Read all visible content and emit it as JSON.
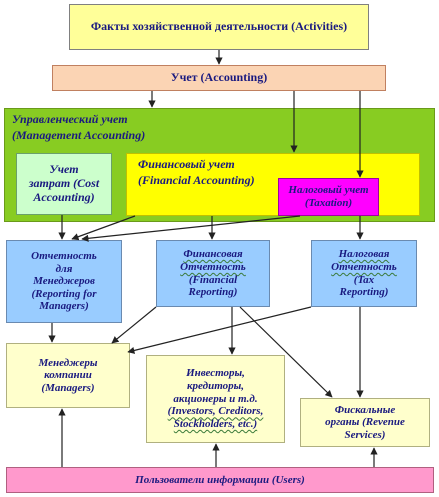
{
  "activities": "Факты хозяйственной деятельности (Activities)",
  "accounting": "Учет (Accounting)",
  "management_accounting": [
    "Управленческий учет",
    "(Management Accounting)"
  ],
  "cost_accounting": [
    "Учет",
    "затрат (Cost",
    "Accounting)"
  ],
  "financial_accounting": [
    "Финансовый учет",
    "(Financial Accounting)"
  ],
  "taxation": [
    "Налоговый учет",
    "(Taxation)"
  ],
  "reporting_managers": [
    "Отчетность",
    "для",
    "Менеджеров",
    "(Reporting for",
    "Managers)"
  ],
  "financial_reporting": [
    "Финансовая",
    "Отчетность",
    "(Financial",
    "Reporting)"
  ],
  "tax_reporting": [
    "Налоговая",
    "Отчетность",
    "(Tax",
    "Reporting)"
  ],
  "managers": [
    "Менеджеры",
    "компании",
    "(Managers)"
  ],
  "investors": [
    "Инвесторы,",
    "кредиторы,",
    "акционеры и т.д.",
    "(Investors, Creditors,",
    "Stockholders, etc.)"
  ],
  "fiscal": [
    "Фискальные",
    "органы (Revenue",
    "Services)"
  ],
  "users": "Пользователи информации (Users)",
  "colors": {
    "blue_box": "#f8f8b8",
    "title_bg": "#ffff99",
    "accounting_bg": "#fbd4b4",
    "management_bg": "#88cc22",
    "cost_bg": "#ccffcc",
    "financial_bg": "#ffff00",
    "taxation_bg": "#ff00ff",
    "report_bg": "#99ccff",
    "user_box_bg": "#ffffcc",
    "users_bg": "#ff99cc"
  }
}
